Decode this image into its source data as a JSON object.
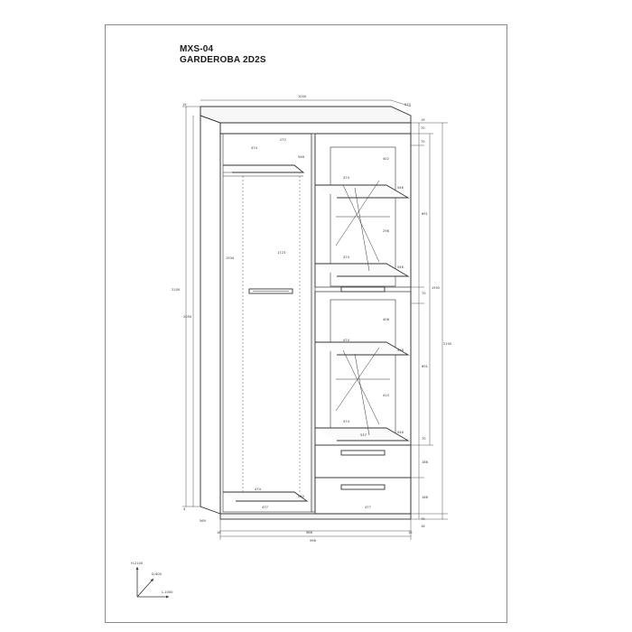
{
  "title": {
    "code": "MXS-04",
    "name": "GARDEROBA 2D2S"
  },
  "dimensions": {
    "overall_width": "1000",
    "top_depth": "570",
    "top_thickness_left": "19",
    "left_total_height": "2100",
    "left_inner_height": "2050",
    "left_shelf_width": "474",
    "left_rail_offset": "272",
    "left_shelf_depth": "546",
    "left_inner_tall": "1934",
    "left_hanging_height": "1723",
    "left_bottom_shelf_width": "474",
    "left_bottom_depth": "550",
    "left_bottom_inner_width": "477",
    "right_bottom_inner_width": "477",
    "base_height": "4",
    "base_depth": "569",
    "bottom_thickness_left": "16",
    "inner_width": "966",
    "outer_width": "996",
    "bottom_thickness_right": "16",
    "right_top_thickness": "19",
    "right_top_gap": "70",
    "right_gap_70a": "70",
    "right_glass_upper": "402",
    "right_shelf_depth_1": "546",
    "right_shelf_width_1": "474",
    "right_glass_height_upper": "298",
    "right_shelf_width_2": "474",
    "right_shelf_depth_2": "546",
    "right_door_height_upper": "691",
    "right_mid_gap": "70",
    "right_glass_middle": "408",
    "right_shelf_width_3": "474",
    "right_shelf_depth_3": "546",
    "right_door_height_lower": "691",
    "right_glass_lower": "410",
    "right_shelf_width_4": "474",
    "right_shelf_depth_4": "546",
    "right_total_glass_section": "1592",
    "right_total_height": "2100",
    "right_gap_70b": "70",
    "right_section_width": "537",
    "drawer_1_height": "188",
    "drawer_2_height": "168",
    "plinth_height": "70",
    "plinth_thickness": "16"
  },
  "axis": {
    "height": "H-2100",
    "depth": "D-600",
    "length": "L-1000"
  }
}
